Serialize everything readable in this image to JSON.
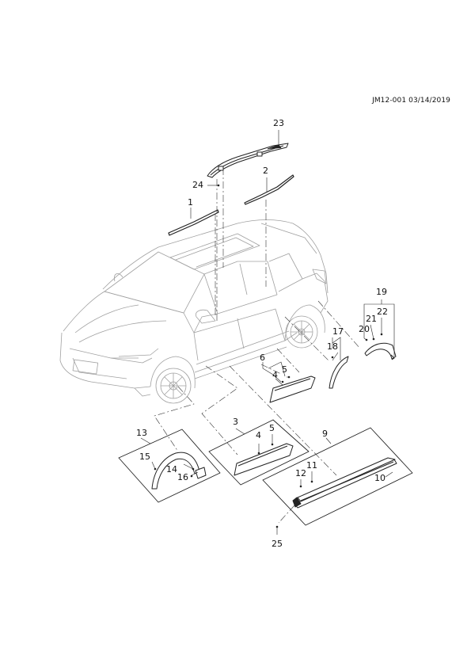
{
  "document": {
    "code": "JM12-001 03/14/2019"
  },
  "callouts": [
    {
      "id": "c1",
      "label": "1"
    },
    {
      "id": "c2",
      "label": "2"
    },
    {
      "id": "c3",
      "label": "3"
    },
    {
      "id": "c4a",
      "label": "4"
    },
    {
      "id": "c4b",
      "label": "4"
    },
    {
      "id": "c5a",
      "label": "5"
    },
    {
      "id": "c5b",
      "label": "5"
    },
    {
      "id": "c6",
      "label": "6"
    },
    {
      "id": "c9",
      "label": "9"
    },
    {
      "id": "c10",
      "label": "10"
    },
    {
      "id": "c11",
      "label": "11"
    },
    {
      "id": "c12",
      "label": "12"
    },
    {
      "id": "c13",
      "label": "13"
    },
    {
      "id": "c14",
      "label": "14"
    },
    {
      "id": "c15",
      "label": "15"
    },
    {
      "id": "c16",
      "label": "16"
    },
    {
      "id": "c17",
      "label": "17"
    },
    {
      "id": "c18",
      "label": "18"
    },
    {
      "id": "c19",
      "label": "19"
    },
    {
      "id": "c20",
      "label": "20"
    },
    {
      "id": "c21",
      "label": "21"
    },
    {
      "id": "c22",
      "label": "22"
    },
    {
      "id": "c23",
      "label": "23"
    },
    {
      "id": "c24",
      "label": "24"
    },
    {
      "id": "c25",
      "label": "25"
    }
  ],
  "colors": {
    "line": "#222222",
    "vehicle": "#9a9a9a",
    "background": "#ffffff"
  }
}
